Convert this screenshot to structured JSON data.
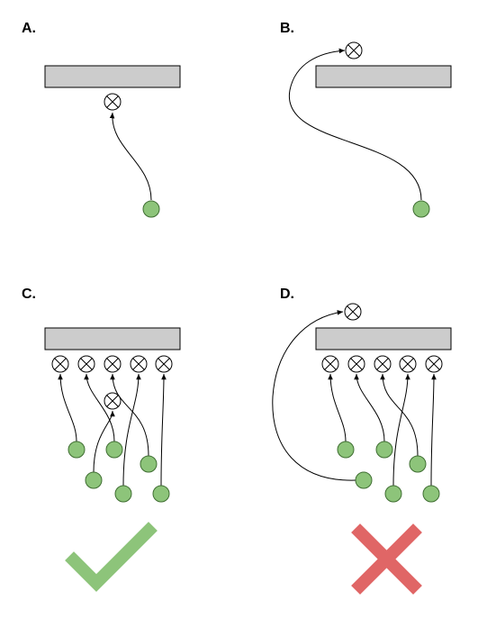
{
  "panels": {
    "a": {
      "label": "A."
    },
    "b": {
      "label": "B."
    },
    "c": {
      "label": "C."
    },
    "d": {
      "label": "D."
    }
  },
  "verdicts": {
    "left": {
      "symbol": "check-mark",
      "meaning": "correct"
    },
    "right": {
      "symbol": "cross-mark",
      "meaning": "incorrect"
    }
  },
  "colors": {
    "bar_fill": "#cccccc",
    "source_fill": "#8dc47a",
    "source_stroke": "#3f6e32",
    "check_color": "#8dc47a",
    "cross_color": "#e06666",
    "target_fill": "#ffffff",
    "line_color": "#000000"
  },
  "icons": {
    "target": "circled-x-icon",
    "source": "filled-circle-icon"
  }
}
